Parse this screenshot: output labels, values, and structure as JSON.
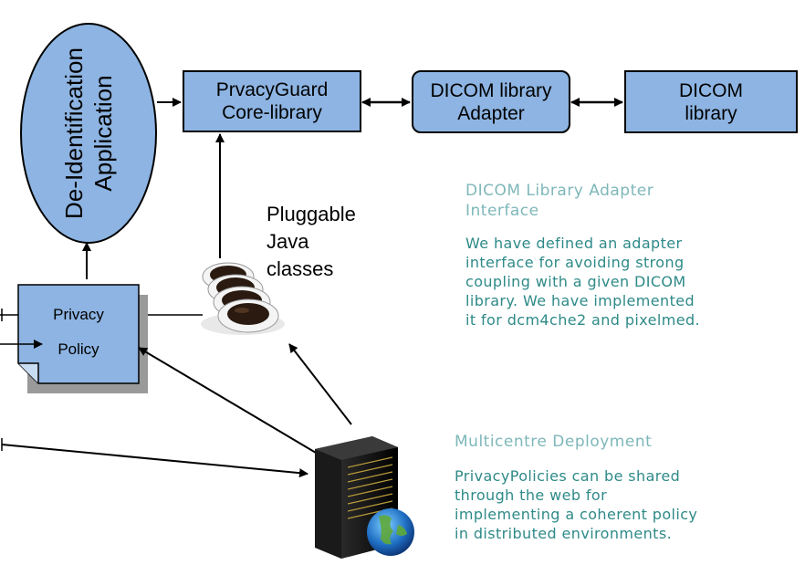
{
  "nodes": {
    "deid_app": {
      "line1": "De-Identification",
      "line2": "Application"
    },
    "core": {
      "line1": "PrvacyGuard",
      "line2": "Core-library"
    },
    "adapter": {
      "line1": "DICOM library",
      "line2": "Adapter"
    },
    "dicom": {
      "line1": "DICOM",
      "line2": "library"
    },
    "policy": {
      "line1": "Privacy",
      "line2": "Policy"
    },
    "pluggable": {
      "line1": "Pluggable",
      "line2": "Java",
      "line3": "classes"
    }
  },
  "captions": {
    "adapter_interface": {
      "title1": "DICOM Library Adapter",
      "title2": "Interface",
      "body": [
        "We have defined an adapter",
        "interface for avoiding strong",
        "coupling with a given DICOM",
        "library. We have implemented",
        "it for dcm4che2 and pixelmed."
      ]
    },
    "multicentre": {
      "title": "Multicentre Deployment",
      "body": [
        "PrivacyPolicies can be shared",
        "through the web for",
        "implementing a coherent policy",
        "in distributed environments."
      ]
    }
  },
  "icons": [
    "coffee-cups-icon",
    "server-globe-icon"
  ],
  "colors": {
    "box_fill": "#8DB4E2",
    "caption_title": "#7FB7B9",
    "caption_body": "#2E8A88"
  }
}
